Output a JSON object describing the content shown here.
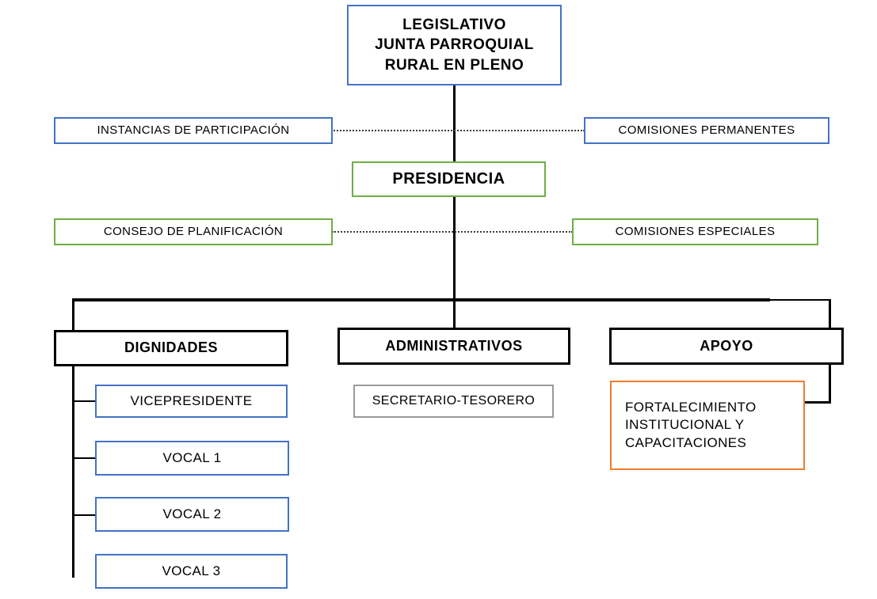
{
  "diagram": {
    "title": "Organigrama Junta Parroquial Rural",
    "colors": {
      "blue": "#4472C4",
      "green": "#70AD47",
      "black": "#000000",
      "gray": "#9A9A9A",
      "orange": "#ED7D31"
    }
  },
  "nodes": {
    "legislativo": {
      "line1": "LEGISLATIVO",
      "line2": "JUNTA PARROQUIAL",
      "line3": "RURAL EN PLENO"
    },
    "instancias_participacion": {
      "label": "INSTANCIAS  DE  PARTICIPACIÓN"
    },
    "comisiones_permanentes": {
      "label": "COMISIONES  PERMANENTES"
    },
    "presidencia": {
      "label": "PRESIDENCIA"
    },
    "consejo_planificacion": {
      "label": "CONSEJO DE PLANIFICACIÓN"
    },
    "comisiones_especiales": {
      "label": "COMISIONES  ESPECIALES"
    },
    "dignidades": {
      "label": "DIGNIDADES"
    },
    "administrativos": {
      "label": "ADMINISTRATIVOS"
    },
    "apoyo": {
      "label": "APOYO"
    },
    "vicepresidente": {
      "label": "VICEPRESIDENTE"
    },
    "vocal_1": {
      "label": "VOCAL 1"
    },
    "vocal_2": {
      "label": "VOCAL 2"
    },
    "vocal_3": {
      "label": "VOCAL 3"
    },
    "secretario_tesorero": {
      "label": "SECRETARIO-TESORERO"
    },
    "fortalecimiento": {
      "line1": "FORTALECIMIENTO",
      "line2": "INSTITUCIONAL   Y",
      "line3": "CAPACITACIONES"
    }
  }
}
